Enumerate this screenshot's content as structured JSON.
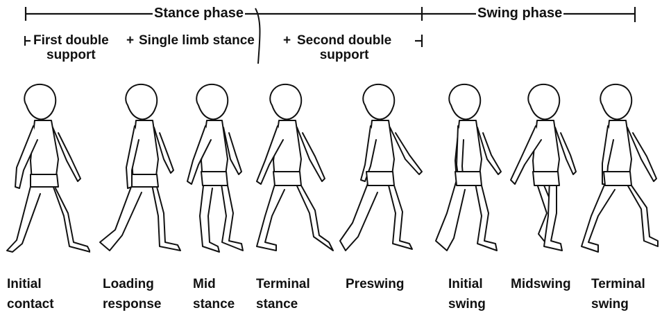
{
  "phases": {
    "stance": "Stance phase",
    "swing": "Swing phase"
  },
  "support": {
    "first_double": "First double",
    "first_double_2": "support",
    "plus1": "+",
    "single_limb": "Single limb stance",
    "plus2": "+",
    "second_double": "Second double",
    "second_double_2": "support"
  },
  "stages": [
    {
      "line1": "Initial",
      "line2": "contact"
    },
    {
      "line1": "Loading",
      "line2": "response"
    },
    {
      "line1": "Mid",
      "line2": "stance"
    },
    {
      "line1": "Terminal",
      "line2": "stance"
    },
    {
      "line1": "Preswing",
      "line2": ""
    },
    {
      "line1": "Initial",
      "line2": "swing"
    },
    {
      "line1": "Midswing",
      "line2": ""
    },
    {
      "line1": "Terminal",
      "line2": "swing"
    }
  ],
  "colors": {
    "ink": "#111111",
    "background": "#ffffff"
  }
}
